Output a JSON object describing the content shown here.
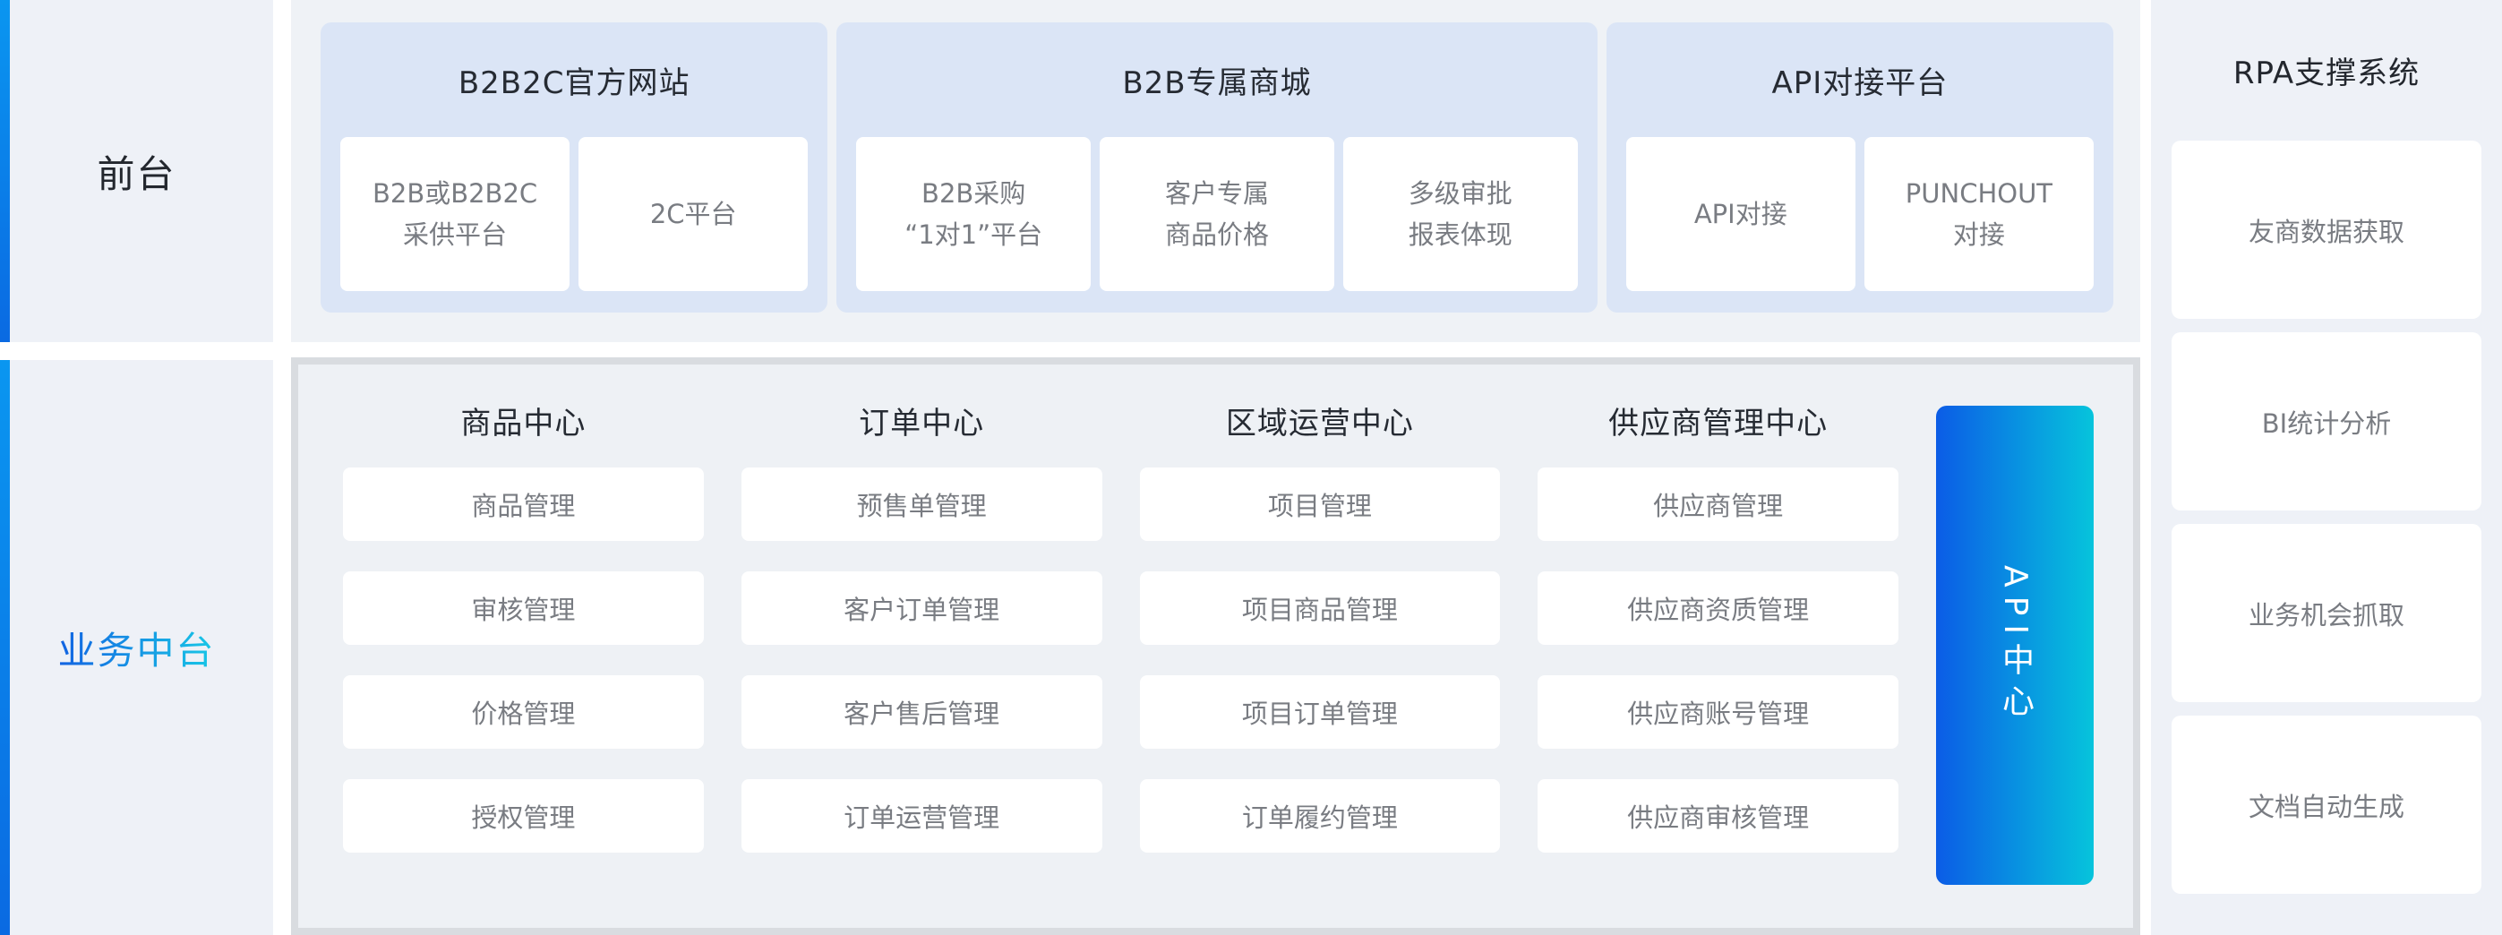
{
  "front": {
    "label": "前台",
    "groups": [
      {
        "title": "B2B2C官方网站",
        "items": [
          "B2B或B2B2C\n采供平台",
          "2C平台"
        ]
      },
      {
        "title": "B2B专属商城",
        "items": [
          "B2B采购\n“1对1”平台",
          "客户专属\n商品价格",
          "多级审批\n报表体现"
        ]
      },
      {
        "title": "API对接平台",
        "items": [
          "API对接",
          "PUNCHOUT\n对接"
        ]
      }
    ]
  },
  "middle": {
    "label": "业务中台",
    "centers": [
      {
        "title": "商品中心",
        "items": [
          "商品管理",
          "审核管理",
          "价格管理",
          "授权管理"
        ]
      },
      {
        "title": "订单中心",
        "items": [
          "预售单管理",
          "客户订单管理",
          "客户售后管理",
          "订单运营管理"
        ]
      },
      {
        "title": "区域运营中心",
        "items": [
          "项目管理",
          "项目商品管理",
          "项目订单管理",
          "订单履约管理"
        ]
      },
      {
        "title": "供应商管理中心",
        "items": [
          "供应商管理",
          "供应商资质管理",
          "供应商账号管理",
          "供应商审核管理"
        ]
      }
    ],
    "api_center_label": "API中心"
  },
  "rpa": {
    "title": "RPA支撑系统",
    "items": [
      "友商数据获取",
      "BI统计分析",
      "业务机会抓取",
      "文档自动生成"
    ]
  },
  "colors": {
    "accent_blue_top": "#0a96f0",
    "accent_blue_bottom": "#0a6ae2",
    "label_panel_bg": "#eef1f7",
    "front_main_bg": "#eff2f6",
    "group_bg": "#dbe5f6",
    "middle_box_bg": "#eef1f5",
    "middle_box_border": "#d9dce0",
    "card_bg": "#ffffff",
    "title_text": "#262b33",
    "item_text": "#797c82",
    "middle_label_gradient_start": "#1262e2",
    "middle_label_gradient_end": "#18c8e6",
    "api_band_gradient_start": "#0b5ce6",
    "api_band_gradient_end": "#06c4dc"
  }
}
